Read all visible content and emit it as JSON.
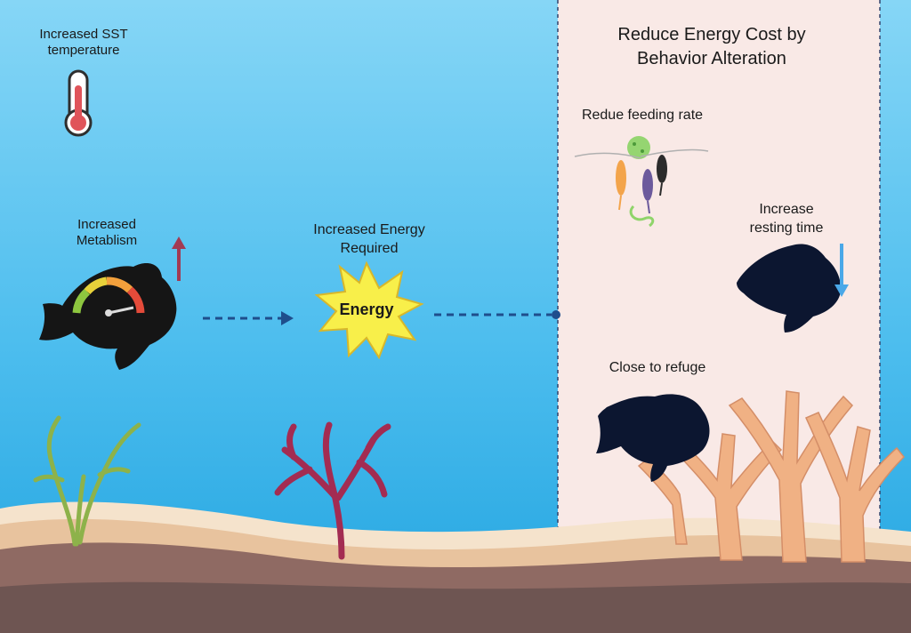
{
  "diagram": {
    "sst_label": [
      "Increased SST",
      "temperature"
    ],
    "metabolism_label": [
      "Increased",
      "Metablism"
    ],
    "energy_required_label": [
      "Increased Energy",
      "Required"
    ],
    "energy_burst_text": "Energy",
    "panel": {
      "title": [
        "Reduce Energy Cost by",
        "Behavior Alteration"
      ],
      "feeding_label": "Redue feeding rate",
      "resting_label": [
        "Increase",
        "resting time"
      ],
      "refuge_label": "Close to refuge"
    },
    "colors": {
      "water_top": "#86d6f6",
      "water_bottom": "#22a4e0",
      "panel_fill": "#f9e9e6",
      "fish_silhouette": "#0c1630",
      "increase_arrow": "#a23a52",
      "decrease_arrow": "#4aa8e8",
      "flow_arrow": "#1f4e8c",
      "coral": "#f0b184",
      "seaweed_red": "#a32c52",
      "seagrass": "#8db24a"
    }
  }
}
